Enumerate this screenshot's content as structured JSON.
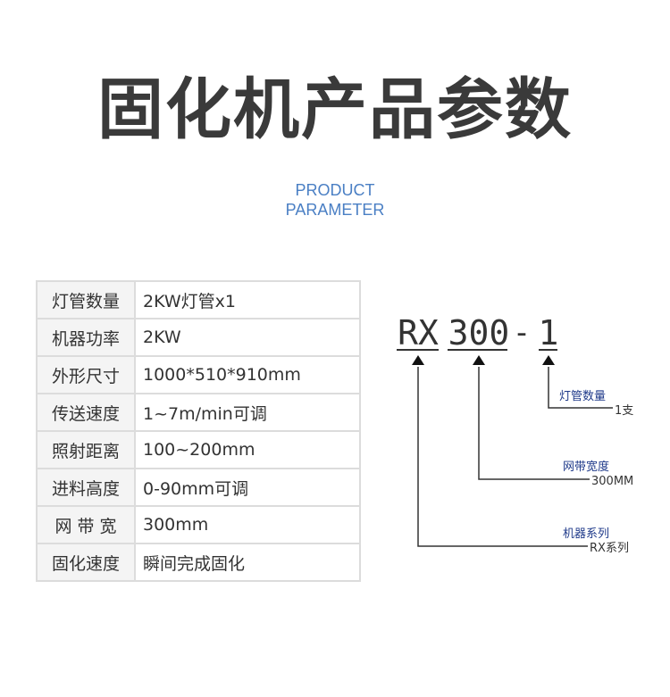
{
  "header": {
    "title": "固化机产品参数",
    "subtitle_line1": "PRODUCT",
    "subtitle_line2": "PARAMETER"
  },
  "spec_table": {
    "rows": [
      {
        "key": "灯管数量",
        "value": "2KW灯管x1"
      },
      {
        "key": "机器功率",
        "value": "2KW"
      },
      {
        "key": "外形尺寸",
        "value": "1000*510*910mm"
      },
      {
        "key": "传送速度",
        "value": "1~7m/min可调"
      },
      {
        "key": "照射距离",
        "value": "100~200mm"
      },
      {
        "key": "进料高度",
        "value": "0-90mm可调"
      },
      {
        "key": "网 带 宽",
        "value": "300mm"
      },
      {
        "key": "固化速度",
        "value": "瞬间完成固化"
      }
    ]
  },
  "model_code": {
    "part1": "RX",
    "part2": "300",
    "separator": "-",
    "part3": "1",
    "annotations": [
      {
        "label": "灯管数量",
        "value": "1支"
      },
      {
        "label": "网带宽度",
        "value": "300MM"
      },
      {
        "label": "机器系列",
        "value": "RX系列"
      }
    ]
  },
  "colors": {
    "title": "#3a3a3a",
    "subtitle": "#4a7fc4",
    "annotation_label": "#1f3a8a",
    "border": "#dcdcdc",
    "key_cell_bg": "#f4f4f4"
  }
}
